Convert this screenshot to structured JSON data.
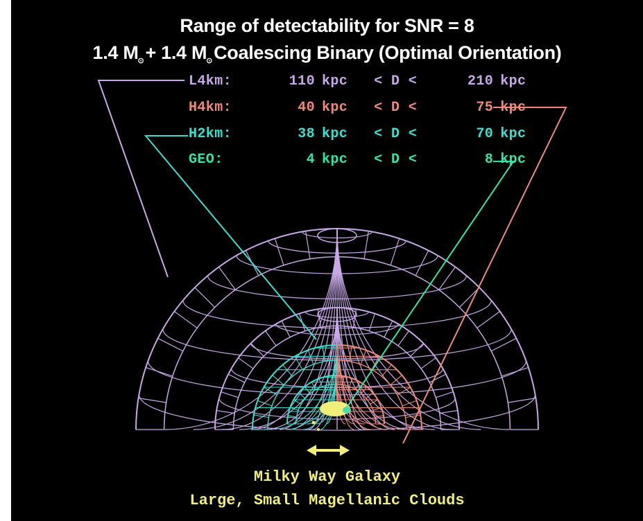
{
  "title": {
    "line1": "Range of detectability for SNR = 8",
    "line2_prefix": "1.4 M",
    "line2_mid": "+ 1.4 M",
    "line2_suffix": "Coalescing Binary (Optimal Orientation)",
    "sun_symbol": "⊙"
  },
  "detectors": [
    {
      "name": "L4km:",
      "lower": "110",
      "unit": "kpc",
      "relation": "< D <",
      "upper": "210",
      "upper_unit": "kpc",
      "color": "#c9a8e8"
    },
    {
      "name": "H4km:",
      "lower": "40",
      "unit": "kpc",
      "relation": "< D <",
      "upper": "75",
      "upper_unit": "kpc",
      "color": "#f08a7a"
    },
    {
      "name": "H2km:",
      "lower": "38",
      "unit": "kpc",
      "relation": "< D <",
      "upper": "70",
      "upper_unit": "kpc",
      "color": "#39e0d0"
    },
    {
      "name": "GEO:",
      "lower": "4",
      "unit": "kpc",
      "relation": "< D <",
      "upper": "8",
      "upper_unit": "kpc",
      "color": "#2ee8a8"
    }
  ],
  "caption": {
    "line1": "Milky Way Galaxy",
    "line2": "Large, Small Magellanic Clouds"
  },
  "colors": {
    "background": "#000000",
    "galaxy": "#f2ee7a",
    "l4km_shell": "#c9a8e8",
    "h4km_shell": "#f08a7a",
    "h2km_shell": "#39e0d0",
    "title_text": "#ffffff"
  }
}
